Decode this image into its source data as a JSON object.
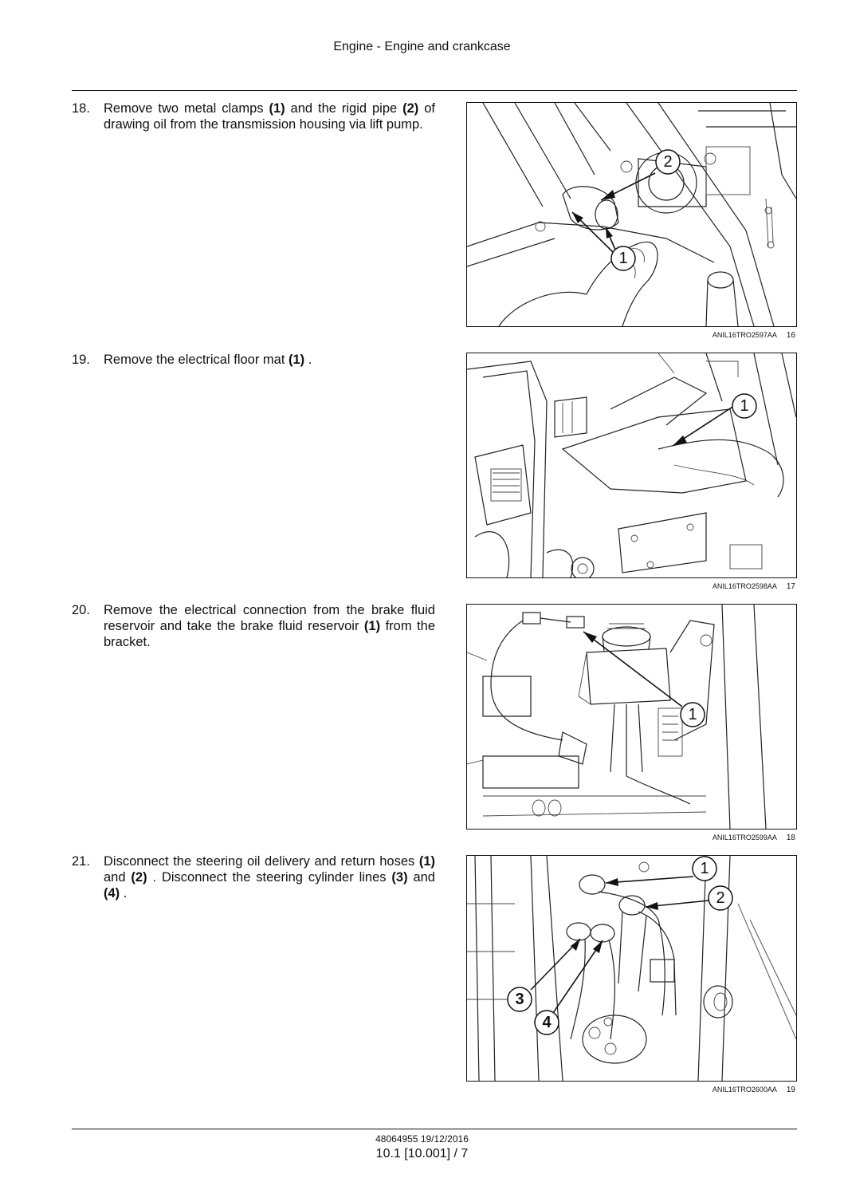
{
  "header": {
    "title": "Engine - Engine and crankcase"
  },
  "steps": [
    {
      "number": "18.",
      "parts": [
        "Remove two metal clamps ",
        "(1)",
        " and the rigid pipe ",
        "(2)",
        " of drawing oil from the transmission housing via lift pump."
      ],
      "figure_code": "ANIL16TRO2597AA",
      "figure_number": "16",
      "callouts": [
        "2",
        "1"
      ]
    },
    {
      "number": "19.",
      "parts": [
        "Remove the electrical floor mat ",
        "(1)",
        " ."
      ],
      "figure_code": "ANIL16TRO2598AA",
      "figure_number": "17",
      "callouts": [
        "1"
      ]
    },
    {
      "number": "20.",
      "parts": [
        "Remove the electrical connection from the brake fluid reservoir and take the brake fluid reservoir ",
        "(1)",
        " from the bracket."
      ],
      "figure_code": "ANIL16TRO2599AA",
      "figure_number": "18",
      "callouts": [
        "1"
      ]
    },
    {
      "number": "21.",
      "parts": [
        "Disconnect the steering oil delivery and return hoses ",
        "(1)",
        " and ",
        "(2)",
        " . Disconnect the steering cylinder lines ",
        "(3)",
        " and ",
        "(4)",
        " ."
      ],
      "figure_code": "ANIL16TRO2600AA",
      "figure_number": "19",
      "callouts": [
        "1",
        "2",
        "3",
        "4"
      ]
    }
  ],
  "footer": {
    "doc_ref": "48064955 19/12/2016",
    "page_ref": "10.1 [10.001] / 7"
  }
}
